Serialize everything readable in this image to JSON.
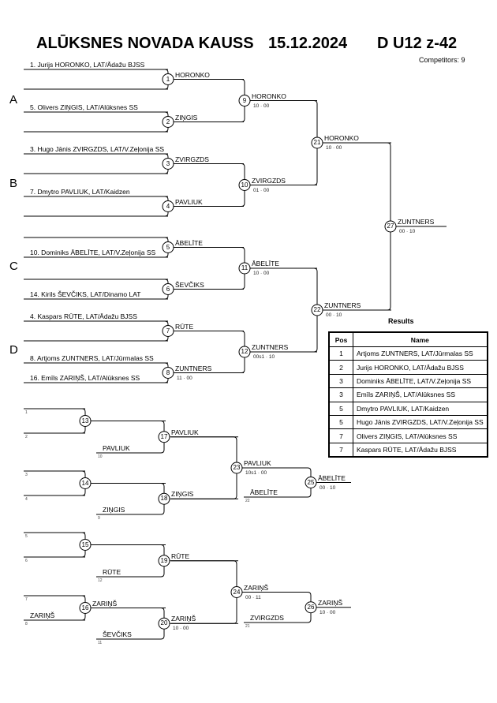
{
  "header": {
    "title": "ALŪKSNES NOVADA KAUSS",
    "date": "15.12.2024",
    "category": "D U12 z-42",
    "competitors": "Competitors: 9"
  },
  "pools": [
    "A",
    "B",
    "C",
    "D"
  ],
  "entries": [
    {
      "text": "1. Jurijs HORONKO, LAT/Ādažu BJSS"
    },
    {
      "text": "5. Olivers ZIŅGIS, LAT/Alūksnes SS"
    },
    {
      "text": "3. Hugo Jānis ZVIRGZDS, LAT/V.Zeļonija SS"
    },
    {
      "text": "7. Dmytro PAVLIUK, LAT/Kaidzen"
    },
    {
      "text": "10. Dominiks ĀBELĪTE, LAT/V.Zeļonija SS"
    },
    {
      "text": "14. Kirils ŠEVČIKS, LAT/Dinamo LAT"
    },
    {
      "text": "4. Kaspars RŪTE, LAT/Ādažu BJSS"
    },
    {
      "text": "8. Artjoms ZUNTNERS, LAT/Jūrmalas SS"
    },
    {
      "text": "16. Emīls ZARIŅŠ, LAT/Alūksnes SS"
    }
  ],
  "matches": [
    {
      "num": "1",
      "winner": "HORONKO",
      "score": ""
    },
    {
      "num": "2",
      "winner": "ZIŅGIS",
      "score": ""
    },
    {
      "num": "3",
      "winner": "ZVIRGZDS",
      "score": ""
    },
    {
      "num": "4",
      "winner": "PAVLIUK",
      "score": ""
    },
    {
      "num": "5",
      "winner": "ĀBELĪTE",
      "score": ""
    },
    {
      "num": "6",
      "winner": "ŠEVČIKS",
      "score": ""
    },
    {
      "num": "7",
      "winner": "RŪTE",
      "score": ""
    },
    {
      "num": "8",
      "winner": "ZUNTNERS",
      "score": "11 · 00"
    },
    {
      "num": "9",
      "winner": "HORONKO",
      "score": "10 · 00"
    },
    {
      "num": "10",
      "winner": "ZVIRGZDS",
      "score": "01 · 00"
    },
    {
      "num": "11",
      "winner": "ĀBELĪTE",
      "score": "10 · 00"
    },
    {
      "num": "12",
      "winner": "ZUNTNERS",
      "score": "00s1 · 10"
    },
    {
      "num": "21",
      "winner": "HORONKO",
      "score": "10 · 00"
    },
    {
      "num": "22",
      "winner": "ZUNTNERS",
      "score": "00 · 10"
    },
    {
      "num": "27",
      "winner": "ZUNTNERS",
      "score": "00 · 10"
    },
    {
      "num": "13",
      "winner": "",
      "score": ""
    },
    {
      "num": "14",
      "winner": "",
      "score": ""
    },
    {
      "num": "15",
      "winner": "",
      "score": ""
    },
    {
      "num": "16",
      "winner": "ZARIŅŠ",
      "score": ""
    },
    {
      "num": "17",
      "winner": "PAVLIUK",
      "score": ""
    },
    {
      "num": "18",
      "winner": "ZIŅGIS",
      "score": ""
    },
    {
      "num": "19",
      "winner": "RŪTE",
      "score": ""
    },
    {
      "num": "20",
      "winner": "ZARIŅŠ",
      "score": "10 · 00"
    },
    {
      "num": "23",
      "winner": "PAVLIUK",
      "score": "10s1 · 00"
    },
    {
      "num": "24",
      "winner": "ZARIŅŠ",
      "score": "00 · 11"
    },
    {
      "num": "25",
      "winner": "ĀBELĪTE",
      "score": "00 · 10"
    },
    {
      "num": "26",
      "winner": "ZARIŅŠ",
      "score": "10 · 00"
    }
  ],
  "repechage_entries": [
    {
      "seed": "1",
      "name": ""
    },
    {
      "seed": "2",
      "name": ""
    },
    {
      "seed": "10",
      "name": "PAVLIUK"
    },
    {
      "seed": "3",
      "name": ""
    },
    {
      "seed": "4",
      "name": ""
    },
    {
      "seed": "9",
      "name": "ZIŅGIS"
    },
    {
      "seed": "5",
      "name": ""
    },
    {
      "seed": "6",
      "name": ""
    },
    {
      "seed": "12",
      "name": "RŪTE"
    },
    {
      "seed": "7",
      "name": ""
    },
    {
      "seed": "8",
      "name": "ZARIŅŠ"
    },
    {
      "seed": "11",
      "name": "ŠEVČIKS"
    },
    {
      "seed": "22",
      "name": "ĀBELĪTE"
    },
    {
      "seed": "21",
      "name": "ZVIRGZDS"
    }
  ],
  "results": {
    "title": "Results",
    "headers": [
      "Pos",
      "Name"
    ],
    "rows": [
      {
        "pos": "1",
        "name": "Artjoms ZUNTNERS, LAT/Jūrmalas SS"
      },
      {
        "pos": "2",
        "name": "Jurijs HORONKO, LAT/Ādažu BJSS"
      },
      {
        "pos": "3",
        "name": "Dominiks ĀBELĪTE, LAT/V.Zeļonija SS"
      },
      {
        "pos": "3",
        "name": "Emīls ZARIŅŠ, LAT/Alūksnes SS"
      },
      {
        "pos": "5",
        "name": "Dmytro PAVLIUK, LAT/Kaidzen"
      },
      {
        "pos": "5",
        "name": "Hugo Jānis ZVIRGZDS, LAT/V.Zeļonija SS"
      },
      {
        "pos": "7",
        "name": "Olivers ZIŅGIS, LAT/Alūksnes SS"
      },
      {
        "pos": "7",
        "name": "Kaspars RŪTE, LAT/Ādažu BJSS"
      }
    ]
  }
}
